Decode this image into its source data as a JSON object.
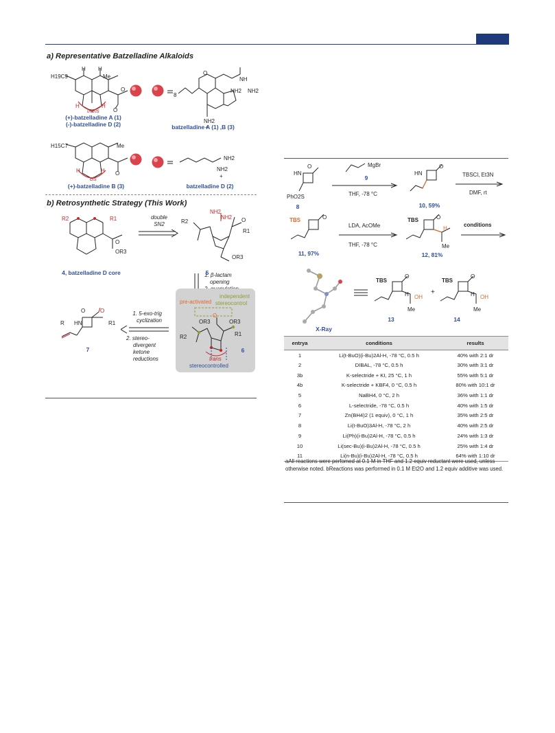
{
  "section_a": {
    "title": "a) Representative Batzelladine Alkaloids",
    "compound_A_label_1": "(+)-batzelladine A (1)",
    "compound_A_label_2": "(-)-batzelladine D (2)",
    "stereo_trans": "trans",
    "sidechain_1_label": "batzelladine A (1) ,B (3)",
    "compound_B_label": "(+)-batzelladine B (3)",
    "stereo_cis": "cis",
    "sidechain_2_label": "batzelladine D (2)",
    "atoms": {
      "h19": "H19C9",
      "me": "Me",
      "h15": "H15C7",
      "nh": "NH",
      "h": "H",
      "o": "O",
      "nh2": "NH2",
      "eq": "=",
      "n8": "8",
      "plus": "+"
    }
  },
  "section_b": {
    "title": "b) Retrosynthetic Strategy (This Work)",
    "core_label": "4, batzelladine D core",
    "step1_line1": "double",
    "step1_line2": "SN2",
    "cmpd5": "5",
    "step2_line1": "1. β-lactam",
    "step2_line2": "opening",
    "step2_line3": "2. guanylation",
    "step3_line1": "1. 5-exo-trig",
    "step3_line2": "cyclization",
    "step3_line3": "2. stereo-",
    "step3_line4": "divergent",
    "step3_line5": "ketone",
    "step3_line6": "reductions",
    "cmpd7": "7",
    "cmpd6": "6",
    "preactivated": "pre-activated",
    "independent_1": "independent",
    "independent_2": "stereocontrol",
    "stereocontrolled": "stereocontrolled",
    "trans": "trans",
    "r1": "R1",
    "r2": "R2",
    "r3": "OR3",
    "r": "R"
  },
  "scheme": {
    "reagent_grignard": "MgBr",
    "cmpd9": "9",
    "cond1": "THF, -78 °C",
    "cmpd8": "8",
    "pho2s": "PhO2S",
    "cmpd10": "10, 59%",
    "cond2_top": "TBSCl, Et3N",
    "cond2_bot": "DMF, rt",
    "cmpd11": "11, 97%",
    "cond3_top": "LDA, AcOMe",
    "cond3_bot": "THF, -78 °C",
    "cmpd12": "12, 81%",
    "cond4": "conditions",
    "xray": "X-Ray",
    "cmpd13": "13",
    "cmpd14": "14",
    "plus": "+",
    "tbs": "TBS",
    "me": "Me",
    "oh": "OH",
    "nh": "HN",
    "o": "O",
    "h": "H"
  },
  "table": {
    "headers": [
      "entrya",
      "conditions",
      "results"
    ],
    "rows": [
      [
        "1",
        "Li(t-BuO)(i-Bu)2Al-H, -78 °C, 0.5 h",
        "40% with 2:1 dr"
      ],
      [
        "2",
        "DIBAL, -78 °C, 0.5 h",
        "30% with 3:1 dr"
      ],
      [
        "3b",
        "K-selectride + KI, 25 °C, 1 h",
        "55% with 5:1 dr"
      ],
      [
        "4b",
        "K-selectride + KBF4, 0 °C, 0.5 h",
        "80% with 10:1 dr"
      ],
      [
        "5",
        "NaBH4, 0 °C, 2 h",
        "36% with 1:1 dr"
      ],
      [
        "6",
        "L-selectride, -78 °C, 0.5 h",
        "40% with 1:5 dr"
      ],
      [
        "7",
        "Zn(BH4)2 (1 equiv), 0 °C, 1 h",
        "35% with 2:5 dr"
      ],
      [
        "8",
        "Li(t-BuO)3Al-H, -78 °C, 2 h",
        "40% with 2:5 dr"
      ],
      [
        "9",
        "Li(Ph)(i-Bu)2Al-H, -78 °C, 0.5 h",
        "24% with 1:3 dr"
      ],
      [
        "10",
        "Li(sec-Bu)(i-Bu)2Al-H, -78 °C, 0.5 h",
        "25% with 1:4 dr"
      ],
      [
        "11",
        "Li(n-Bu)(i-Bu)2Al-H, -78 °C, 0.5 h",
        "64% with 1:10 dr"
      ]
    ],
    "footnote": "aAll reactions were perfomed at 0.1 M in THF and 1.2 equiv reductant were used, unless otherwise noted. bReactions was performed in 0.1 M Et2O and 1.2 equiv additive was used."
  },
  "colors": {
    "accent": "#1f3a7a",
    "label_blue": "#2f4f9a",
    "red": "#c0282d",
    "orange": "#e0692b",
    "olive": "#8aa03a",
    "sphere": "#d9434b"
  }
}
